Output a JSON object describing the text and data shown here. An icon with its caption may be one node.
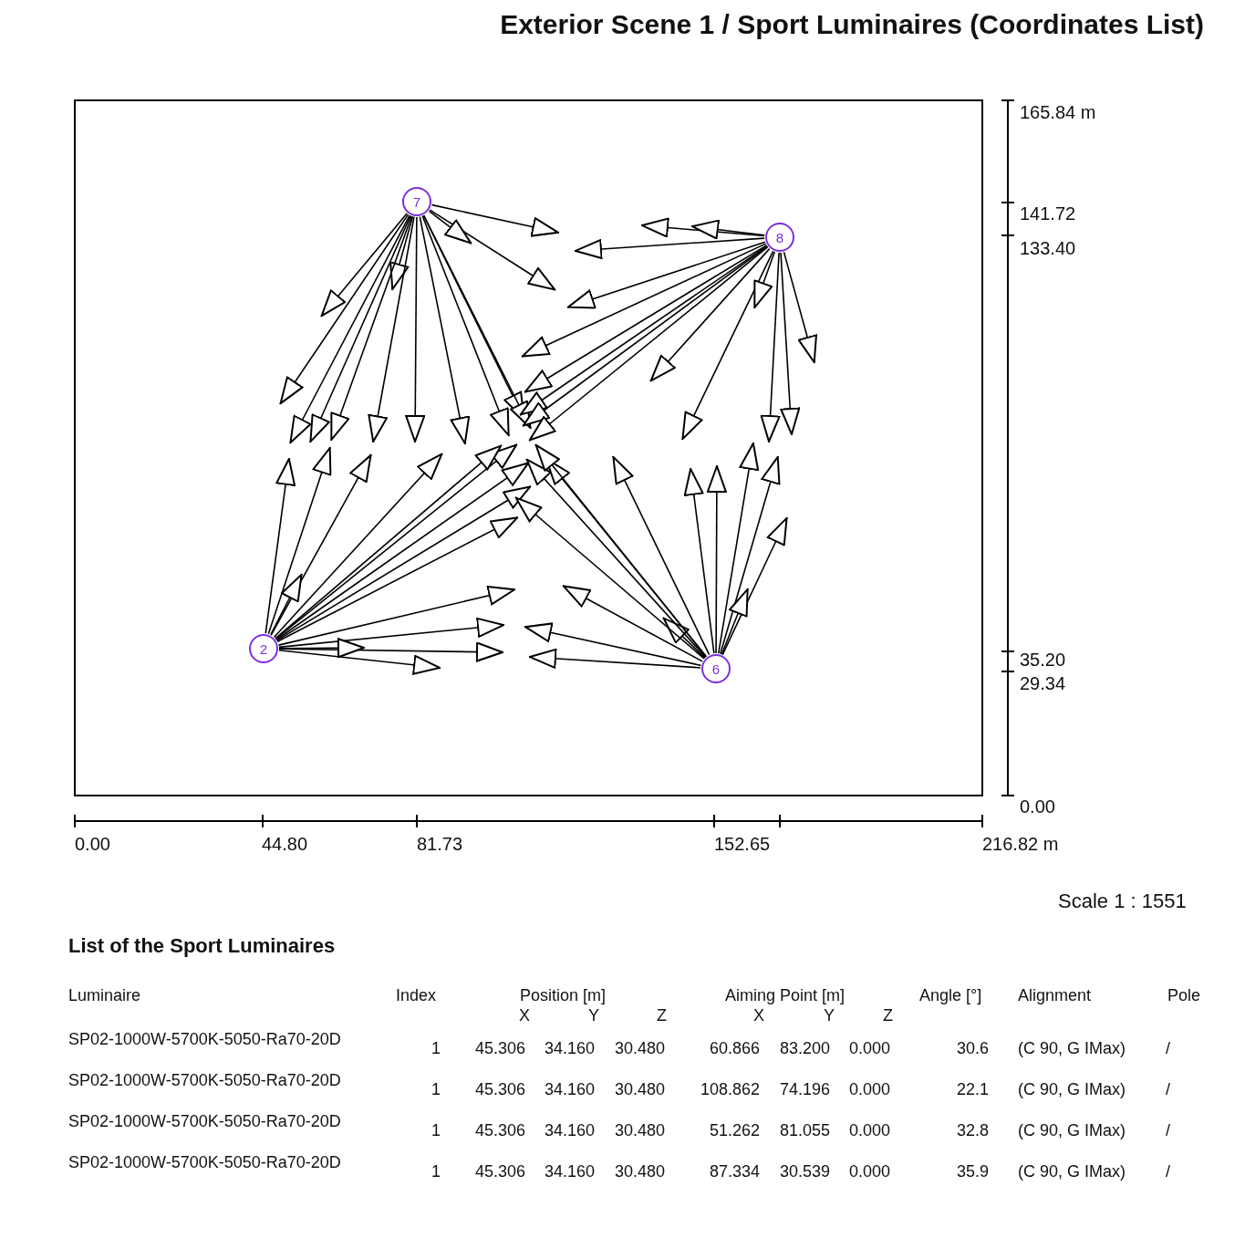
{
  "diagram": {
    "title": "Exterior Scene 1 / Sport Luminaires (Coordinates List)",
    "nodes": [
      {
        "text": [
          "7"
        ]
      },
      {
        "text": [
          "8"
        ]
      },
      {
        "text": [
          "2"
        ]
      },
      {
        "text": [
          "6"
        ]
      }
    ],
    "edges": [
      {
        "from": 0,
        "to": null,
        "arrow": "to"
      },
      {
        "from": 0,
        "to": null,
        "arrow": "to"
      },
      {
        "from": 0,
        "to": null,
        "arrow": "to"
      },
      {
        "from": 0,
        "to": null,
        "arrow": "to"
      },
      {
        "from": 0,
        "to": null,
        "arrow": "to"
      },
      {
        "from": 0,
        "to": null,
        "arrow": "to"
      },
      {
        "from": 0,
        "to": null,
        "arrow": "to"
      },
      {
        "from": 0,
        "to": null,
        "arrow": "to"
      },
      {
        "from": 0,
        "to": null,
        "arrow": "to"
      },
      {
        "from": 0,
        "to": null,
        "arrow": "to"
      },
      {
        "from": 0,
        "to": null,
        "arrow": "to"
      },
      {
        "from": 0,
        "to": null,
        "arrow": "to"
      },
      {
        "from": 0,
        "to": null,
        "arrow": "to"
      },
      {
        "from": 0,
        "to": null,
        "arrow": "to"
      },
      {
        "from": 0,
        "to": null,
        "arrow": "to"
      },
      {
        "from": 1,
        "to": null,
        "arrow": "to"
      },
      {
        "from": 1,
        "to": null,
        "arrow": "to"
      },
      {
        "from": 1,
        "to": null,
        "arrow": "to"
      },
      {
        "from": 1,
        "to": null,
        "arrow": "to"
      },
      {
        "from": 1,
        "to": null,
        "arrow": "to"
      },
      {
        "from": 1,
        "to": null,
        "arrow": "to"
      },
      {
        "from": 1,
        "to": null,
        "arrow": "to"
      },
      {
        "from": 1,
        "to": null,
        "arrow": "to"
      },
      {
        "from": 1,
        "to": null,
        "arrow": "to"
      },
      {
        "from": 1,
        "to": null,
        "arrow": "to"
      },
      {
        "from": 1,
        "to": null,
        "arrow": "to"
      },
      {
        "from": 1,
        "to": null,
        "arrow": "to"
      },
      {
        "from": 1,
        "to": null,
        "arrow": "to"
      },
      {
        "from": 1,
        "to": null,
        "arrow": "to"
      },
      {
        "from": 1,
        "to": null,
        "arrow": "to"
      },
      {
        "from": 2,
        "to": null,
        "arrow": "to"
      },
      {
        "from": 2,
        "to": null,
        "arrow": "to"
      },
      {
        "from": 2,
        "to": null,
        "arrow": "to"
      },
      {
        "from": 2,
        "to": null,
        "arrow": "to"
      },
      {
        "from": 2,
        "to": null,
        "arrow": "to"
      },
      {
        "from": 2,
        "to": null,
        "arrow": "to"
      },
      {
        "from": 2,
        "to": null,
        "arrow": "to"
      },
      {
        "from": 2,
        "to": null,
        "arrow": "to"
      },
      {
        "from": 2,
        "to": null,
        "arrow": "to"
      },
      {
        "from": 2,
        "to": null,
        "arrow": "to"
      },
      {
        "from": 2,
        "to": null,
        "arrow": "to"
      },
      {
        "from": 2,
        "to": null,
        "arrow": "to"
      },
      {
        "from": 2,
        "to": null,
        "arrow": "to"
      },
      {
        "from": 2,
        "to": null,
        "arrow": "to"
      },
      {
        "from": 2,
        "to": null,
        "arrow": "to"
      },
      {
        "from": 3,
        "to": null,
        "arrow": "to"
      },
      {
        "from": 3,
        "to": null,
        "arrow": "to"
      },
      {
        "from": 3,
        "to": null,
        "arrow": "to"
      },
      {
        "from": 3,
        "to": null,
        "arrow": "to"
      },
      {
        "from": 3,
        "to": null,
        "arrow": "to"
      },
      {
        "from": 3,
        "to": null,
        "arrow": "to"
      },
      {
        "from": 3,
        "to": null,
        "arrow": "to"
      },
      {
        "from": 3,
        "to": null,
        "arrow": "to"
      },
      {
        "from": 3,
        "to": null,
        "arrow": "to"
      },
      {
        "from": 3,
        "to": null,
        "arrow": "to"
      },
      {
        "from": 3,
        "to": null,
        "arrow": "to"
      },
      {
        "from": 3,
        "to": null,
        "arrow": "to"
      },
      {
        "from": 3,
        "to": null,
        "arrow": "to"
      },
      {
        "from": 3,
        "to": null,
        "arrow": "to"
      },
      {
        "from": 3,
        "to": null,
        "arrow": "to"
      }
    ],
    "labels": [
      "165.84 m",
      "141.72",
      "133.40",
      "35.20",
      "29.34",
      "0.00",
      "0.00",
      "44.80",
      "81.73",
      "152.65",
      "216.82 m",
      "Scale 1 : 1551",
      "List of the Sport Luminaires",
      "Luminaire",
      "Index",
      "Position [m]",
      "Aiming Point [m]",
      "Angle [°]",
      "Alignment",
      "Pole",
      "X",
      "Y",
      "Z",
      "X",
      "Y",
      "Z",
      "SP02-1000W-5700K-5050-Ra70-20D",
      "1",
      "45.306",
      "34.160",
      "30.480",
      "60.866",
      "83.200",
      "0.000",
      "30.6",
      "(C 90, G IMax)",
      "/",
      "SP02-1000W-5700K-5050-Ra70-20D",
      "1",
      "45.306",
      "34.160",
      "30.480",
      "108.862",
      "74.196",
      "0.000",
      "22.1",
      "(C 90, G IMax)",
      "/",
      "SP02-1000W-5700K-5050-Ra70-20D",
      "1",
      "45.306",
      "34.160",
      "30.480",
      "51.262",
      "81.055",
      "0.000",
      "32.8",
      "(C 90, G IMax)",
      "/",
      "SP02-1000W-5700K-5050-Ra70-20D",
      "1",
      "45.306",
      "34.160",
      "30.480",
      "87.334",
      "30.539",
      "0.000",
      "35.9",
      "(C 90, G IMax)",
      "/"
    ]
  }
}
